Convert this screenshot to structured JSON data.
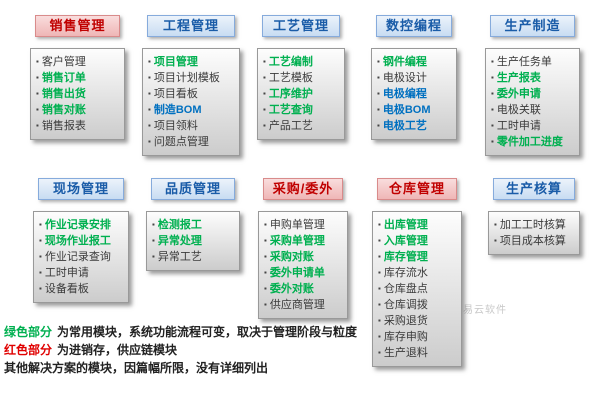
{
  "groups": [
    {
      "title": "销售管理",
      "header": "red",
      "items": [
        {
          "label": "客户管理",
          "color": "dark"
        },
        {
          "label": "销售订单",
          "color": "green"
        },
        {
          "label": "销售出货",
          "color": "green"
        },
        {
          "label": "销售对账",
          "color": "green"
        },
        {
          "label": "销售报表",
          "color": "dark"
        }
      ]
    },
    {
      "title": "工程管理",
      "header": "blue",
      "items": [
        {
          "label": "项目管理",
          "color": "green"
        },
        {
          "label": "项目计划模板",
          "color": "dark"
        },
        {
          "label": "项目看板",
          "color": "dark"
        },
        {
          "label": "制造BOM",
          "color": "blue"
        },
        {
          "label": "项目领料",
          "color": "dark"
        },
        {
          "label": "问题点管理",
          "color": "dark"
        }
      ]
    },
    {
      "title": "工艺管理",
      "header": "blue",
      "items": [
        {
          "label": "工艺编制",
          "color": "green"
        },
        {
          "label": "工艺模板",
          "color": "dark"
        },
        {
          "label": "工序维护",
          "color": "green"
        },
        {
          "label": "工艺查询",
          "color": "green"
        },
        {
          "label": "产品工艺",
          "color": "dark"
        }
      ]
    },
    {
      "title": "数控编程",
      "header": "blue",
      "items": [
        {
          "label": "钢件编程",
          "color": "green"
        },
        {
          "label": "电极设计",
          "color": "dark"
        },
        {
          "label": "电极编程",
          "color": "blue"
        },
        {
          "label": "电极BOM",
          "color": "blue"
        },
        {
          "label": "电极工艺",
          "color": "blue"
        }
      ]
    },
    {
      "title": "生产制造",
      "header": "blue",
      "items": [
        {
          "label": "生产任务单",
          "color": "dark"
        },
        {
          "label": "生产报表",
          "color": "green"
        },
        {
          "label": "委外申请",
          "color": "green"
        },
        {
          "label": "电极关联",
          "color": "dark"
        },
        {
          "label": "工时申请",
          "color": "dark"
        },
        {
          "label": "零件加工进度",
          "color": "green"
        }
      ]
    },
    {
      "title": "现场管理",
      "header": "blue",
      "items": [
        {
          "label": "作业记录安排",
          "color": "green"
        },
        {
          "label": "现场作业报工",
          "color": "green"
        },
        {
          "label": "作业记录查询",
          "color": "dark"
        },
        {
          "label": "工时申请",
          "color": "dark"
        },
        {
          "label": "设备看板",
          "color": "dark"
        }
      ]
    },
    {
      "title": "品质管理",
      "header": "blue",
      "items": [
        {
          "label": "检测报工",
          "color": "green"
        },
        {
          "label": "异常处理",
          "color": "green"
        },
        {
          "label": "异常工艺",
          "color": "dark"
        }
      ]
    },
    {
      "title": "采购/委外",
      "header": "red",
      "items": [
        {
          "label": "申购单管理",
          "color": "dark"
        },
        {
          "label": "采购单管理",
          "color": "green"
        },
        {
          "label": "采购对账",
          "color": "green"
        },
        {
          "label": "委外申请单",
          "color": "green"
        },
        {
          "label": "委外对账",
          "color": "green"
        },
        {
          "label": "供应商管理",
          "color": "dark"
        }
      ]
    },
    {
      "title": "仓库管理",
      "header": "red",
      "items": [
        {
          "label": "出库管理",
          "color": "green"
        },
        {
          "label": "入库管理",
          "color": "green"
        },
        {
          "label": "库存管理",
          "color": "green"
        },
        {
          "label": "库存流水",
          "color": "dark"
        },
        {
          "label": "仓库盘点",
          "color": "dark"
        },
        {
          "label": "仓库调拨",
          "color": "dark"
        },
        {
          "label": "采购退货",
          "color": "dark"
        },
        {
          "label": "库存申购",
          "color": "dark"
        },
        {
          "label": "生产退料",
          "color": "dark"
        }
      ]
    },
    {
      "title": "生产核算",
      "header": "blue",
      "items": [
        {
          "label": "加工工时核算",
          "color": "dark"
        },
        {
          "label": "项目成本核算",
          "color": "dark"
        }
      ]
    }
  ],
  "legend": {
    "line1_term": "绿色部分",
    "line1_rest": "为常用模块，系统功能流程可变，取决于管理阶段与粒度",
    "line2_term": "红色部分",
    "line2_rest": "为进销存，供应链模块",
    "line3": "其他解决方案的模块，因篇幅所限，没有详细列出"
  },
  "watermark": "三易云软件",
  "colors": {
    "item_green": "#00B050",
    "item_blue": "#0070C0",
    "item_dark": "#3a3a3a",
    "header_red_text": "#C00000",
    "header_blue_text": "#1A5CA8",
    "legend_green": "#00B050",
    "legend_red": "#E00000"
  }
}
